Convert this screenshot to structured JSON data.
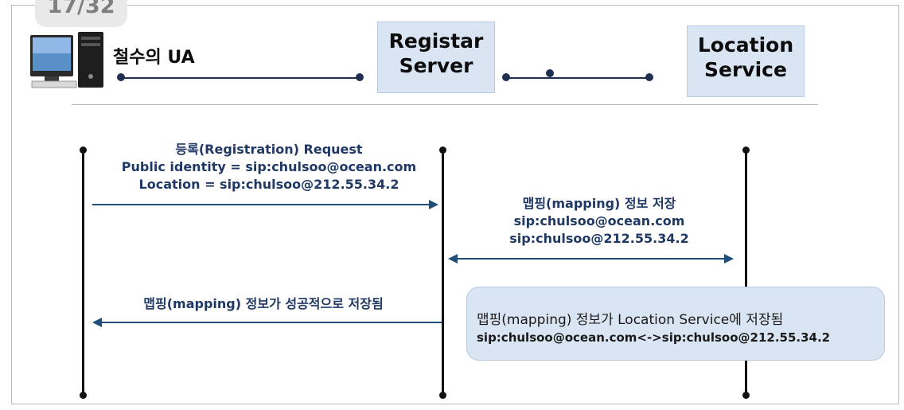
{
  "page_counter": "17/32",
  "entities": {
    "ua_label": "철수의 UA",
    "registrar_lines": [
      "Registar",
      "Server"
    ],
    "location_lines": [
      "Location",
      "Service"
    ]
  },
  "messages": {
    "register_request": [
      "등록(Registration) Request",
      "Public identity = sip:chulsoo@ocean.com",
      "Location = sip:chulsoo@212.55.34.2"
    ],
    "mapping_store": [
      "맵핑(mapping) 정보 저장",
      "sip:chulsoo@ocean.com",
      "sip:chulsoo@212.55.34.2"
    ],
    "mapping_success": "맵핑(mapping) 정보가 성공적으로 저장됨"
  },
  "callout": {
    "line1": "맵핑(mapping) 정보가 Location Service에 저장됨",
    "line2": "sip:chulsoo@ocean.com<->sip:chulsoo@212.55.34.2"
  },
  "icons": {
    "computer": "desktop-computer-icon"
  },
  "colors": {
    "arrow": "#1f4e79",
    "box": "#dae5f3",
    "text": "#1f3864"
  }
}
